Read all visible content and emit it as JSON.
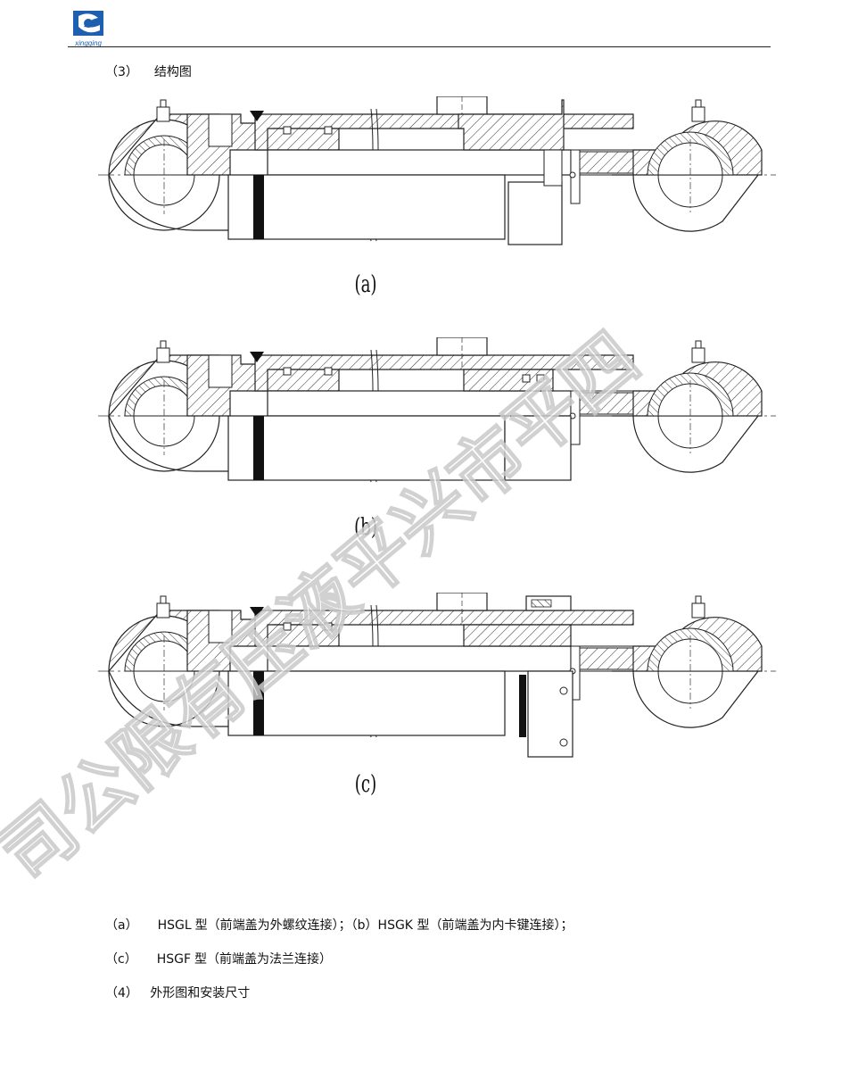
{
  "header": {
    "logo_text": "xingqing"
  },
  "section3": {
    "number": "（3）",
    "title": "结构图"
  },
  "figures": [
    {
      "label": "(a)"
    },
    {
      "label": "(b)"
    },
    {
      "label": "(c)"
    }
  ],
  "watermark": {
    "chars": [
      "四",
      "平",
      "市",
      "兴",
      "平",
      "液",
      "压",
      "有",
      "限",
      "公",
      "司"
    ]
  },
  "captions": {
    "line1": {
      "a_prefix": "（a）",
      "a_code": "HSGL",
      "a_text": "型（前端盖为外螺纹连接）；（b）",
      "b_code": "HSGK",
      "b_text": "型（前端盖为内卡键连接）；"
    },
    "line2": {
      "prefix": "（c）",
      "code": "HSGF",
      "text": "型（前端盖为法兰连接）"
    },
    "line3": {
      "number": "（4）",
      "title": "外形图和安装尺寸"
    }
  },
  "colors": {
    "line": "#222222",
    "logo_blue": "#1f5fb0",
    "watermark_outline": "#c9c9c9"
  }
}
